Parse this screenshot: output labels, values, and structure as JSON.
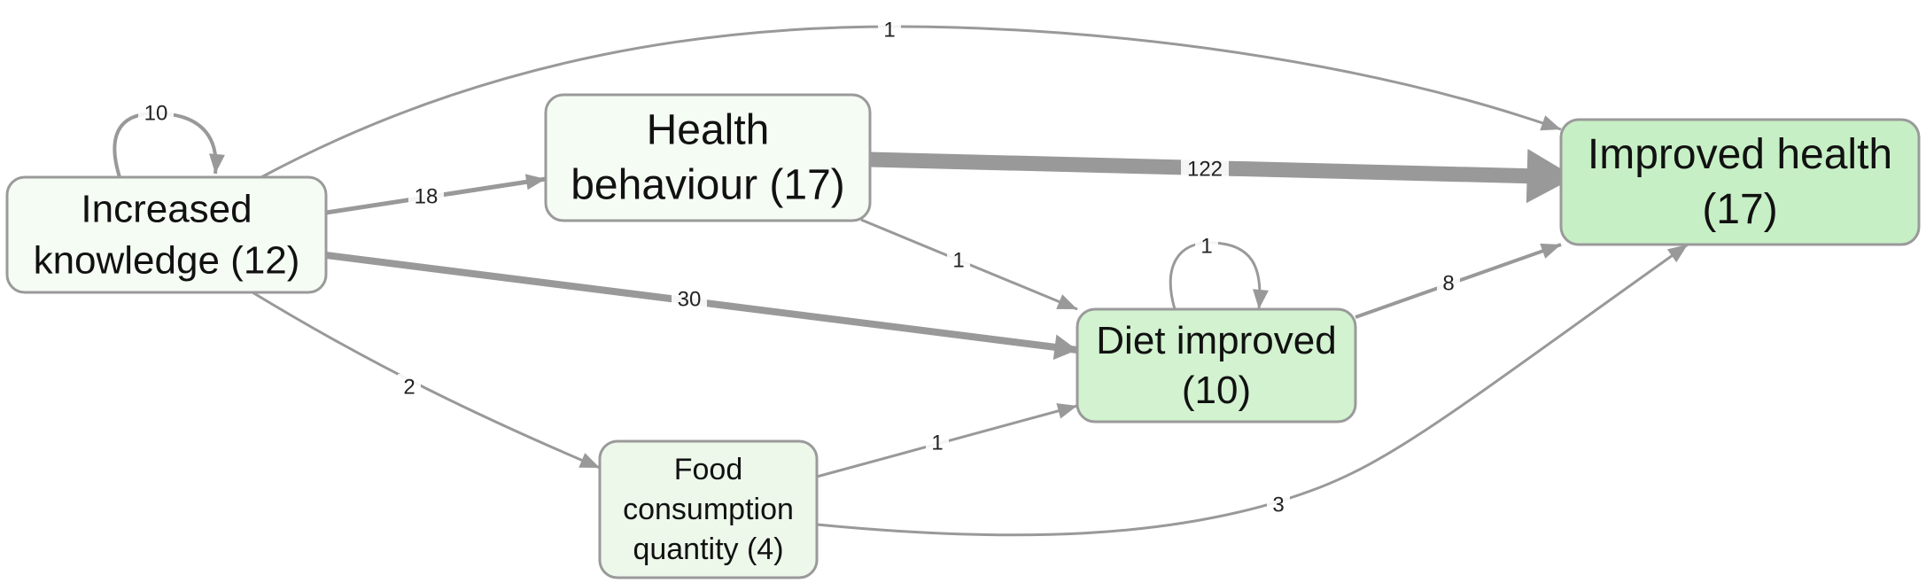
{
  "nodes": {
    "increased_knowledge": {
      "lines": [
        "Increased",
        "knowledge (12)"
      ],
      "fill": "#f5fcf4"
    },
    "health_behaviour": {
      "lines": [
        "Health",
        "behaviour (17)"
      ],
      "fill": "#f5fcf4"
    },
    "improved_health": {
      "lines": [
        "Improved health",
        "(17)"
      ],
      "fill": "#c7efc5"
    },
    "diet_improved": {
      "lines": [
        "Diet improved",
        "(10)"
      ],
      "fill": "#d2f2d0"
    },
    "food_consumption": {
      "lines": [
        "Food",
        "consumption",
        "quantity (4)"
      ],
      "fill": "#edf8eb"
    }
  },
  "edges": [
    {
      "id": "ik-self",
      "from": "increased_knowledge",
      "to": "increased_knowledge",
      "label": "10"
    },
    {
      "id": "ik-ih",
      "from": "increased_knowledge",
      "to": "improved_health",
      "label": "1"
    },
    {
      "id": "ik-hb",
      "from": "increased_knowledge",
      "to": "health_behaviour",
      "label": "18"
    },
    {
      "id": "ik-di",
      "from": "increased_knowledge",
      "to": "diet_improved",
      "label": "30"
    },
    {
      "id": "ik-fc",
      "from": "increased_knowledge",
      "to": "food_consumption",
      "label": "2"
    },
    {
      "id": "hb-ih",
      "from": "health_behaviour",
      "to": "improved_health",
      "label": "122"
    },
    {
      "id": "hb-di",
      "from": "health_behaviour",
      "to": "diet_improved",
      "label": "1"
    },
    {
      "id": "di-self",
      "from": "diet_improved",
      "to": "diet_improved",
      "label": "1"
    },
    {
      "id": "di-ih",
      "from": "diet_improved",
      "to": "improved_health",
      "label": "8"
    },
    {
      "id": "fc-di",
      "from": "food_consumption",
      "to": "diet_improved",
      "label": "1"
    },
    {
      "id": "fc-ih",
      "from": "food_consumption",
      "to": "improved_health",
      "label": "3"
    }
  ],
  "colors": {
    "edge": "#999999",
    "node_border": "#9a9a9a",
    "label_bg": "#ffffff"
  }
}
